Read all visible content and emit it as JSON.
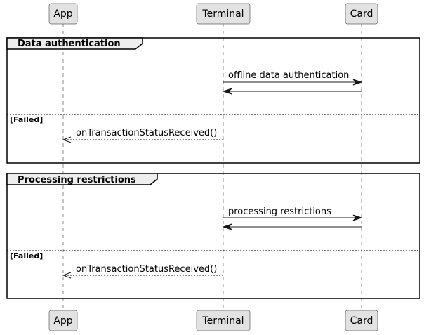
{
  "participants": {
    "app": "App",
    "terminal": "Terminal",
    "card": "Card"
  },
  "frames": [
    {
      "title": "Data authentication",
      "request": "offline data authentication",
      "else_label": "[Failed]",
      "status_message": "onTransactionStatusReceived()"
    },
    {
      "title": "Processing restrictions",
      "request": "processing restrictions",
      "else_label": "[Failed]",
      "status_message": "onTransactionStatusReceived()"
    }
  ]
}
